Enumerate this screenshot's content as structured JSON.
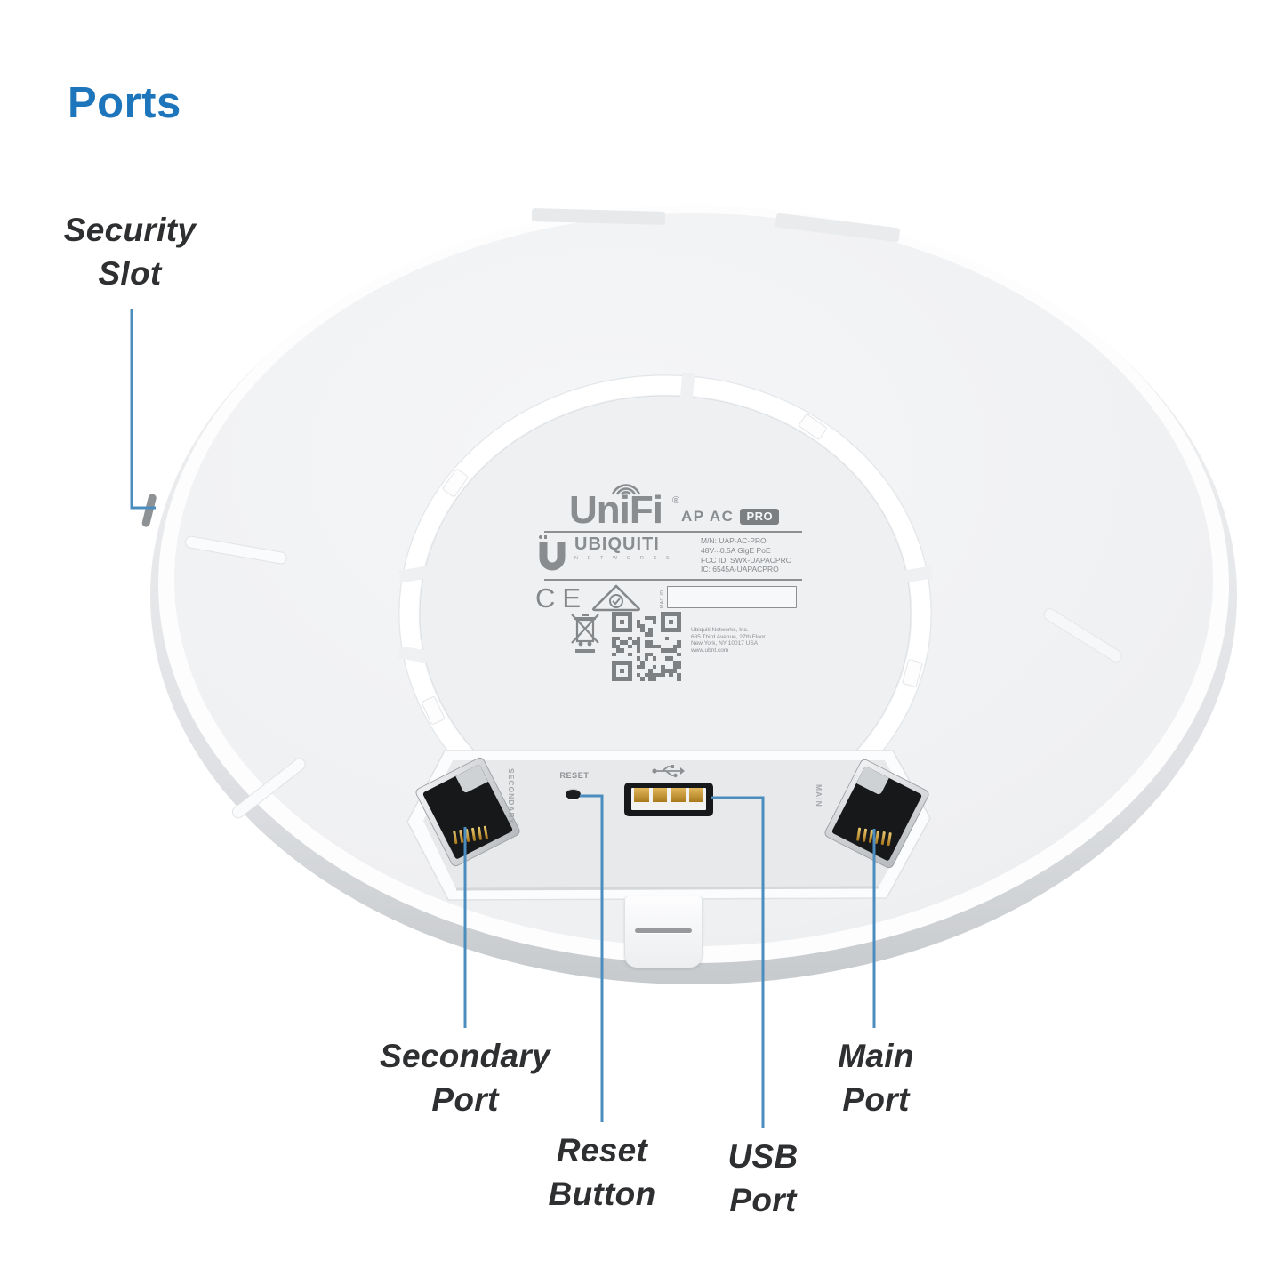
{
  "title": "Ports",
  "colors": {
    "accent_blue": "#1d76bb",
    "callout_line": "#4a8dbe",
    "label_text": "#2e2f31",
    "device_print_gray": "#8a8d90",
    "ethernet_pin_gold": "#c9972f"
  },
  "callouts": {
    "security": {
      "line1": "Security",
      "line2": "Slot"
    },
    "secondary": {
      "line1": "Secondary",
      "line2": "Port"
    },
    "reset": {
      "line1": "Reset",
      "line2": "Button"
    },
    "usb": {
      "line1": "USB",
      "line2": "Port"
    },
    "main": {
      "line1": "Main",
      "line2": "Port"
    }
  },
  "device_label": {
    "logo": "UniFi",
    "logo_reg": "®",
    "model_prefix": "AP AC",
    "model_badge": "PRO",
    "brand": "UBIQUITI",
    "brand_sub": "N E T W O R K S",
    "specs": [
      "M/N: UAP-AC-PRO",
      "48V⎓0.5A GigE PoE",
      "FCC ID: SWX-UAPACPRO",
      "IC: 6545A-UAPACPRO"
    ],
    "ce": "CE",
    "mac_label": "MAC ID",
    "address": [
      "Ubiquiti Networks, Inc.",
      "685 Third Avenue, 27th Floor",
      "New York, NY 10017 USA",
      "www.ubnt.com"
    ]
  },
  "ports": {
    "secondary": "SECONDARY",
    "main": "MAIN",
    "reset": "RESET"
  }
}
